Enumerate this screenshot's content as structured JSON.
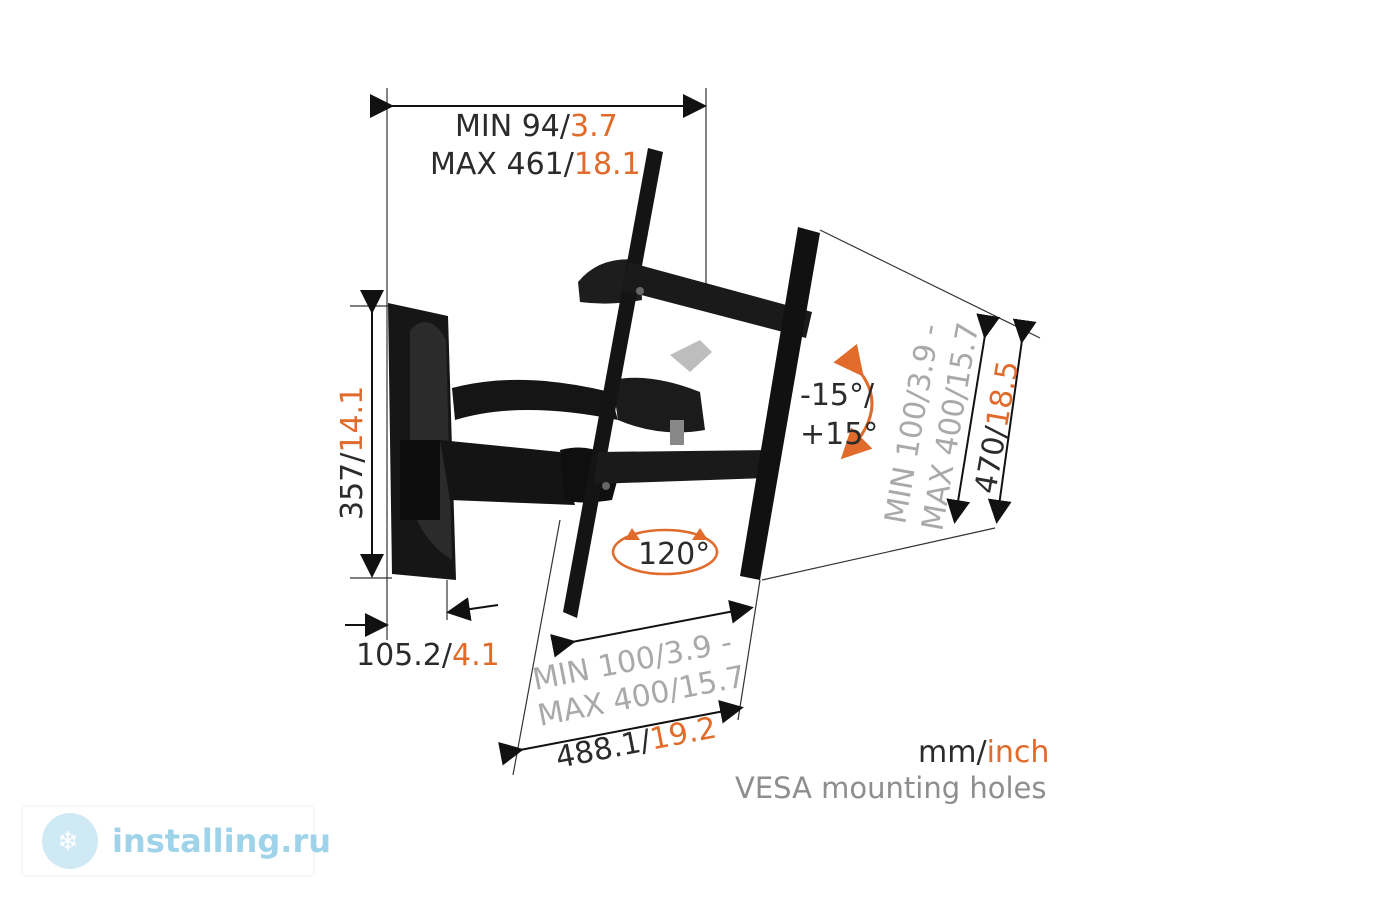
{
  "dimensions": {
    "width_min_label": "MIN 94/",
    "width_min_in": "3.7",
    "width_max_label": "MAX 461/",
    "width_max_in": "18.1",
    "height_mm": "357/",
    "height_in": "14.1",
    "depth_mm": "105.2/",
    "depth_in": "4.1",
    "tilt_top": "-15°/",
    "tilt_bottom": "+15°",
    "swivel": "120°",
    "vesa_v_min": "MIN 100/3.9 -",
    "vesa_v_max": "MAX 400/15.7",
    "plate_h_mm": "470/",
    "plate_h_in": "18.5",
    "vesa_h_min": "MIN 100/3.9 -",
    "vesa_h_max": "MAX 400/15.7",
    "arm_len_mm": "488.1/",
    "arm_len_in": "19.2"
  },
  "legend": {
    "units_mm": "mm/",
    "units_inch": "inch",
    "vesa_note": "VESA mounting holes"
  },
  "watermark": {
    "text": "installing.ru"
  },
  "colors": {
    "accent": "#e06b2a",
    "gray": "#a9a9a9",
    "metal": "#1a1a1a",
    "watermark": "#9fd3ea"
  }
}
